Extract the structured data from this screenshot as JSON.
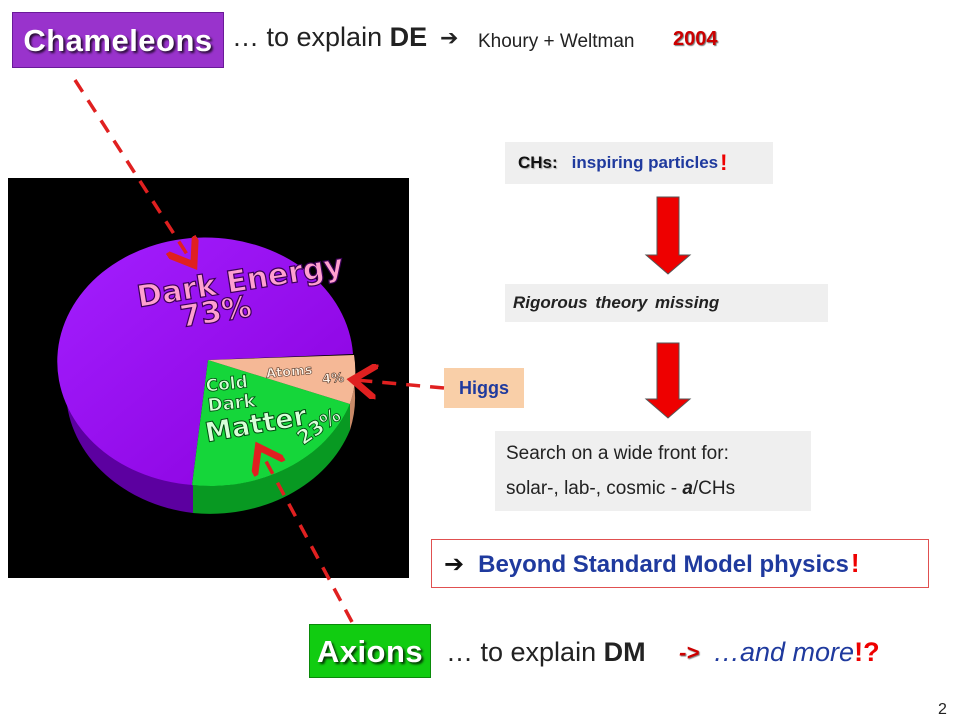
{
  "title": {
    "chameleons_label": "Chameleons",
    "purpose_prefix": "… to explain ",
    "purpose_target": "DE",
    "arrow": "",
    "citation": "Khoury + Weltman",
    "year": "2004"
  },
  "pie": {
    "slices": [
      {
        "label_line1": "Dark Energy",
        "label_line2": "73%",
        "value": 73,
        "color": "#9900ee"
      },
      {
        "label_line1": "Cold",
        "label_line2": "Dark",
        "label_line3": "Matter",
        "label_pct": "23%",
        "value": 23,
        "color": "#11cc33"
      },
      {
        "label_line1": "Atoms",
        "label_pct": "4%",
        "value": 4,
        "color": "#f5b896"
      }
    ]
  },
  "flow": {
    "chs_label": "CHs:",
    "chs_text": "inspiring particles",
    "chs_bang": "!",
    "rigorous_text": "Rigorous  theory  missing",
    "search_line1": "Search  on a wide front for:",
    "search_line2_prefix": "solar-, lab-, cosmic - ",
    "search_line2_a": "a",
    "search_line2_suffix": "/CHs"
  },
  "higgs_label": "Higgs",
  "bsm": {
    "arrow": "",
    "text": "Beyond Standard Model physics",
    "bang": "!"
  },
  "axions": {
    "label": "Axions",
    "purpose_prefix": "… to explain ",
    "purpose_target": "DM",
    "arrow": "->",
    "more_text": "…and more",
    "bang": "!?"
  },
  "page_number": "2",
  "colors": {
    "chameleon_purple": "#9933cc",
    "axion_green": "#11cc11",
    "dashed_arrow_red": "#e02020",
    "flow_arrow_red": "#ee0000",
    "text_blue": "#1f3a9e",
    "higgs_bg": "#f9cfa8"
  }
}
